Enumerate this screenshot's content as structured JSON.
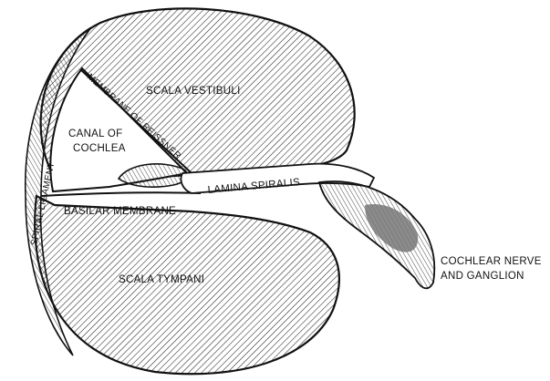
{
  "diagram": {
    "colors": {
      "ink": "#111111",
      "hatch": "#222222",
      "background": "#ffffff",
      "ganglion": "#777777"
    },
    "labels": {
      "scala_vestibuli": "SCALA VESTIBULI",
      "membrane_of_reissner": "MEMBRANE OF REISSNER",
      "canal_line1": "CANAL OF",
      "canal_line2": "COCHLEA",
      "lamina_spiralis": "LAMINA SPIRALIS",
      "spiral_ligament": "SPIRAL LIGAMENT",
      "basilar_membrane": "BASILAR MEMBRANE",
      "scala_tympani": "SCALA TYMPANI",
      "cochlear_line1": "COCHLEAR NERVE",
      "cochlear_line2": "AND GANGLION"
    }
  }
}
